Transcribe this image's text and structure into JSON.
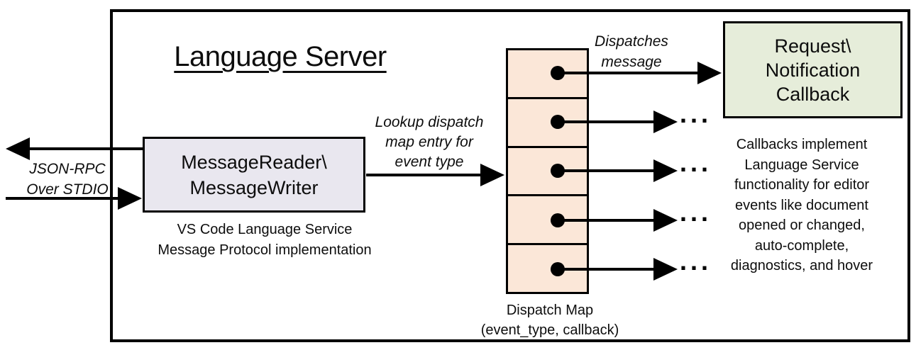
{
  "title": "Language Server",
  "io_label": "JSON-RPC\nOver STDIO",
  "reader_box": "MessageReader\\\nMessageWriter",
  "reader_caption": "VS Code Language Service\nMessage Protocol implementation",
  "lookup_label": "Lookup dispatch\nmap entry for\nevent type",
  "dispatch_label": "Dispatches\nmessage",
  "callback_box": "Request\\\nNotification\nCallback",
  "callbacks_note": "Callbacks implement\nLanguage Service\nfunctionality for editor\nevents like document\nopened or changed,\nauto-complete,\ndiagnostics, and hover",
  "map_caption": "Dispatch Map\n(event_type, callback)",
  "ellipsis": "...",
  "dispatch_map": {
    "rows": 5
  },
  "colors": {
    "map_cell_fill": "#FBE7D8",
    "reader_box_fill": "#E9E7EF",
    "callback_box_fill": "#E6EDDA",
    "line": "#000000",
    "background": "#FFFFFF"
  }
}
